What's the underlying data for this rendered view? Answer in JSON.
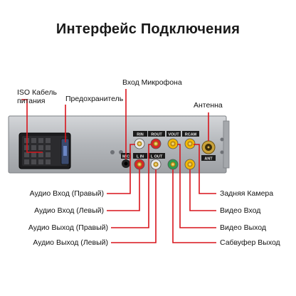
{
  "title": "Интерфейс Подключения",
  "labels": {
    "iso_cable_line1": "ISO Кабель",
    "iso_cable_line2": "питания",
    "fuse": "Предохранитель",
    "mic_input": "Вход Микрофона",
    "antenna": "Антенна",
    "audio_in_right": "Аудио Вход (Правый)",
    "audio_in_left": "Аудио Вход (Левый)",
    "audio_out_right": "Аудио Выход (Правый)",
    "audio_out_left": "Аудио Выход (Левый)",
    "rear_camera": "Задняя Камера",
    "video_in": "Видео Вход",
    "video_out": "Видео Выход",
    "subwoofer_out": "Сабвуфер Выход"
  },
  "connectors": {
    "rin": "RIN",
    "rout": "ROUT",
    "vout": "VOUT",
    "rcam": "RCAM",
    "lin": "L IN",
    "lout": "L OUT",
    "mic": "MIC",
    "ant": "ANT"
  },
  "colors": {
    "leader_line": "#d8141c",
    "rca_red": "#d62828",
    "rca_white": "#e8e8e8",
    "rca_yellow": "#f2b705",
    "rca_green": "#2e9d4f",
    "panel": "#b9bcc0"
  }
}
